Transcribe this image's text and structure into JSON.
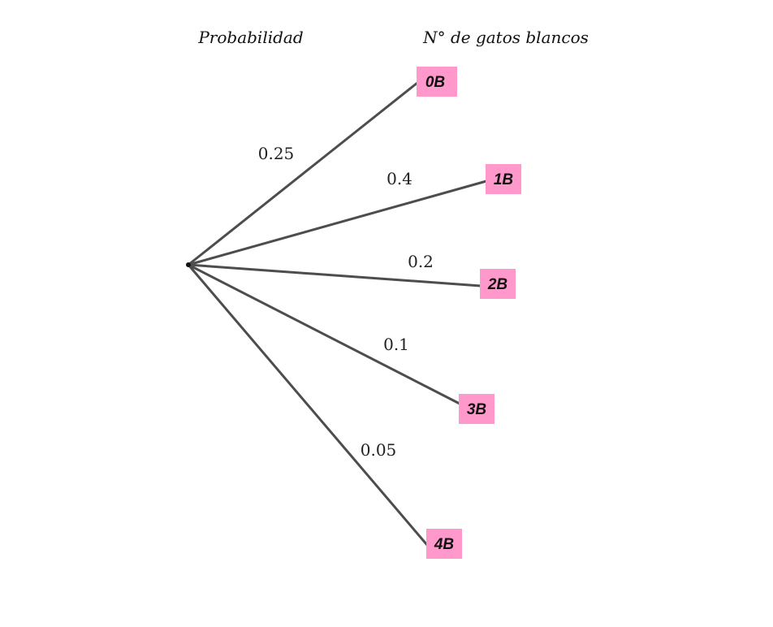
{
  "headers": {
    "probability": "Probabilidad",
    "outcomes": "N° de gatos blancos"
  },
  "branches": [
    {
      "probability": "0.25",
      "outcome": "0B"
    },
    {
      "probability": "0.4",
      "outcome": "1B"
    },
    {
      "probability": "0.2",
      "outcome": "2B"
    },
    {
      "probability": "0.1",
      "outcome": "3B"
    },
    {
      "probability": "0.05",
      "outcome": "4B"
    }
  ],
  "colors": {
    "branch_line": "#4d4d4d",
    "node_fill": "#ff99cc"
  }
}
